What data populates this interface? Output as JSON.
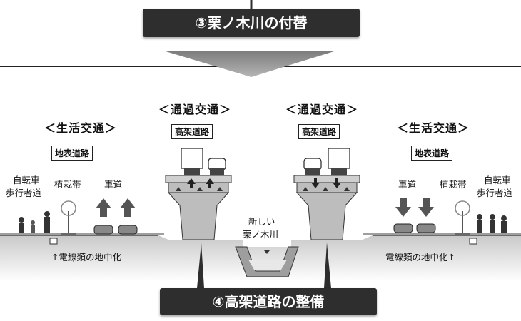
{
  "banner_top": "③栗ノ木川の付替",
  "banner_bottom": "④高架道路の整備",
  "left": {
    "header": "＜生活交通＞",
    "road_box": "地表道路",
    "label_bicycle_1": "自転車",
    "label_bicycle_2": "歩行者道",
    "label_planting": "植栽帯",
    "label_roadway": "車道",
    "underground": "↑電線類の地中化"
  },
  "right": {
    "header": "＜生活交通＞",
    "road_box": "地表道路",
    "label_roadway": "車道",
    "label_planting": "植栽帯",
    "label_bicycle_1": "自転車",
    "label_bicycle_2": "歩行者道",
    "underground": "電線類の地中化↑"
  },
  "center_left": {
    "header": "＜通過交通＞",
    "road_box": "高架道路"
  },
  "center_right": {
    "header": "＜通過交通＞",
    "road_box": "高架道路"
  },
  "river": {
    "label_1": "新しい",
    "label_2": "栗ノ木川"
  },
  "colors": {
    "banner_bg": "#2e2e2e",
    "pier": "#bdbdbd",
    "ground": "#cfcfcf",
    "arrow": "#555555",
    "big_arrow": "#9a9a9a"
  }
}
